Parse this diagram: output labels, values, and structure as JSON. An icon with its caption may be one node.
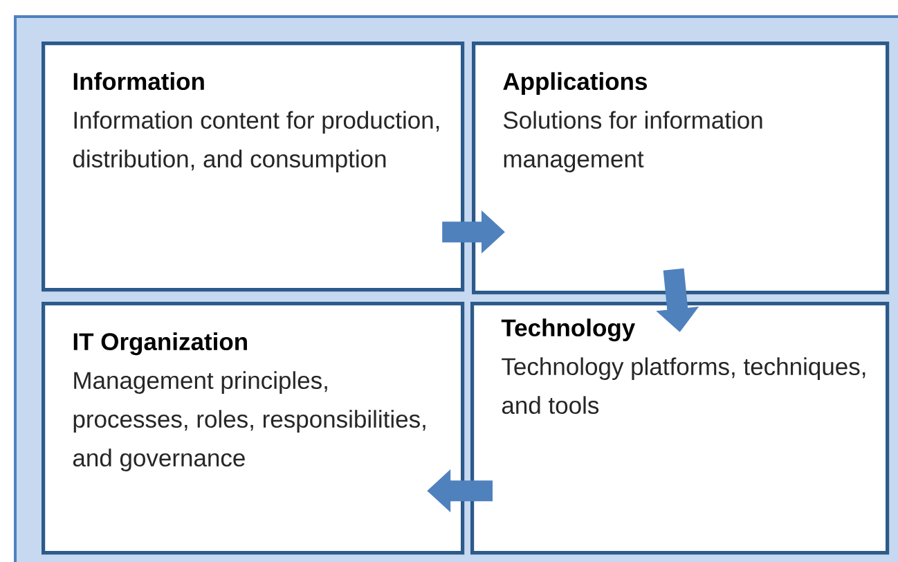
{
  "diagram": {
    "nodes": [
      {
        "text": [
          "Information",
          "Information content for production, distribution, and consumption"
        ]
      },
      {
        "text": [
          "Applications",
          "Solutions for information management"
        ]
      },
      {
        "text": [
          "IT Organization",
          "Management principles, processes, roles, responsibilities, and governance"
        ]
      },
      {
        "text": [
          "Technology",
          "Technology platforms, techniques, and tools"
        ]
      }
    ],
    "edges": [
      {
        "from": 0,
        "to": 1,
        "arrow": "to"
      },
      {
        "from": 1,
        "to": 3,
        "arrow": "to"
      },
      {
        "from": 3,
        "to": 2,
        "arrow": "to"
      }
    ]
  }
}
